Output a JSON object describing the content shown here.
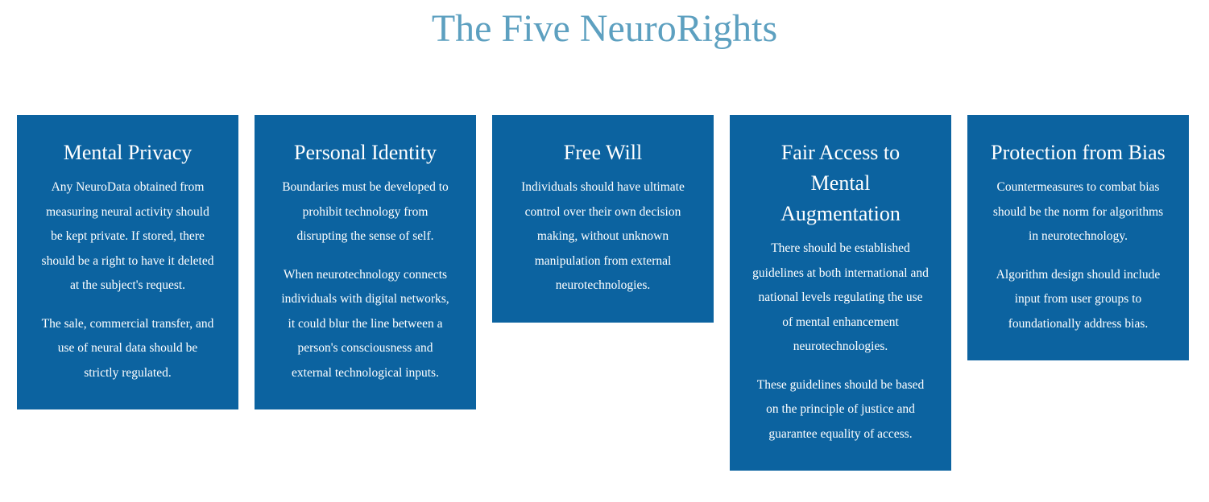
{
  "page": {
    "title": "The Five NeuroRights"
  },
  "cards": [
    {
      "title": "Mental Privacy",
      "paragraphs": [
        "Any NeuroData obtained from measuring neural activity should be kept private. If stored, there should be a right to have it deleted at the subject's request.",
        "The sale, commercial transfer, and use of neural data should be strictly regulated."
      ]
    },
    {
      "title": "Personal Identity",
      "paragraphs": [
        "Boundaries must be developed to prohibit technology from disrupting the sense of self.",
        "When neurotechnology connects individuals with digital networks, it could blur the line between a person's consciousness and external technological inputs."
      ]
    },
    {
      "title": "Free Will",
      "paragraphs": [
        "Individuals should have ultimate control over their own decision making, without unknown manipulation from external neurotechnologies."
      ]
    },
    {
      "title": "Fair Access to Mental Augmentation",
      "paragraphs": [
        "There should be established guidelines at both international and national levels regulating the use of mental enhancement neurotechnologies.",
        "These guidelines should be based on the principle of justice and guarantee equality of access."
      ]
    },
    {
      "title": "Protection from Bias",
      "paragraphs": [
        "Countermeasures to combat bias should be the norm for algorithms in neurotechnology.",
        "Algorithm design should include input from user groups to foundationally address bias."
      ]
    }
  ],
  "colors": {
    "title": "#5da0c0",
    "card_background": "#0c63a0",
    "card_text": "#ffffff"
  }
}
